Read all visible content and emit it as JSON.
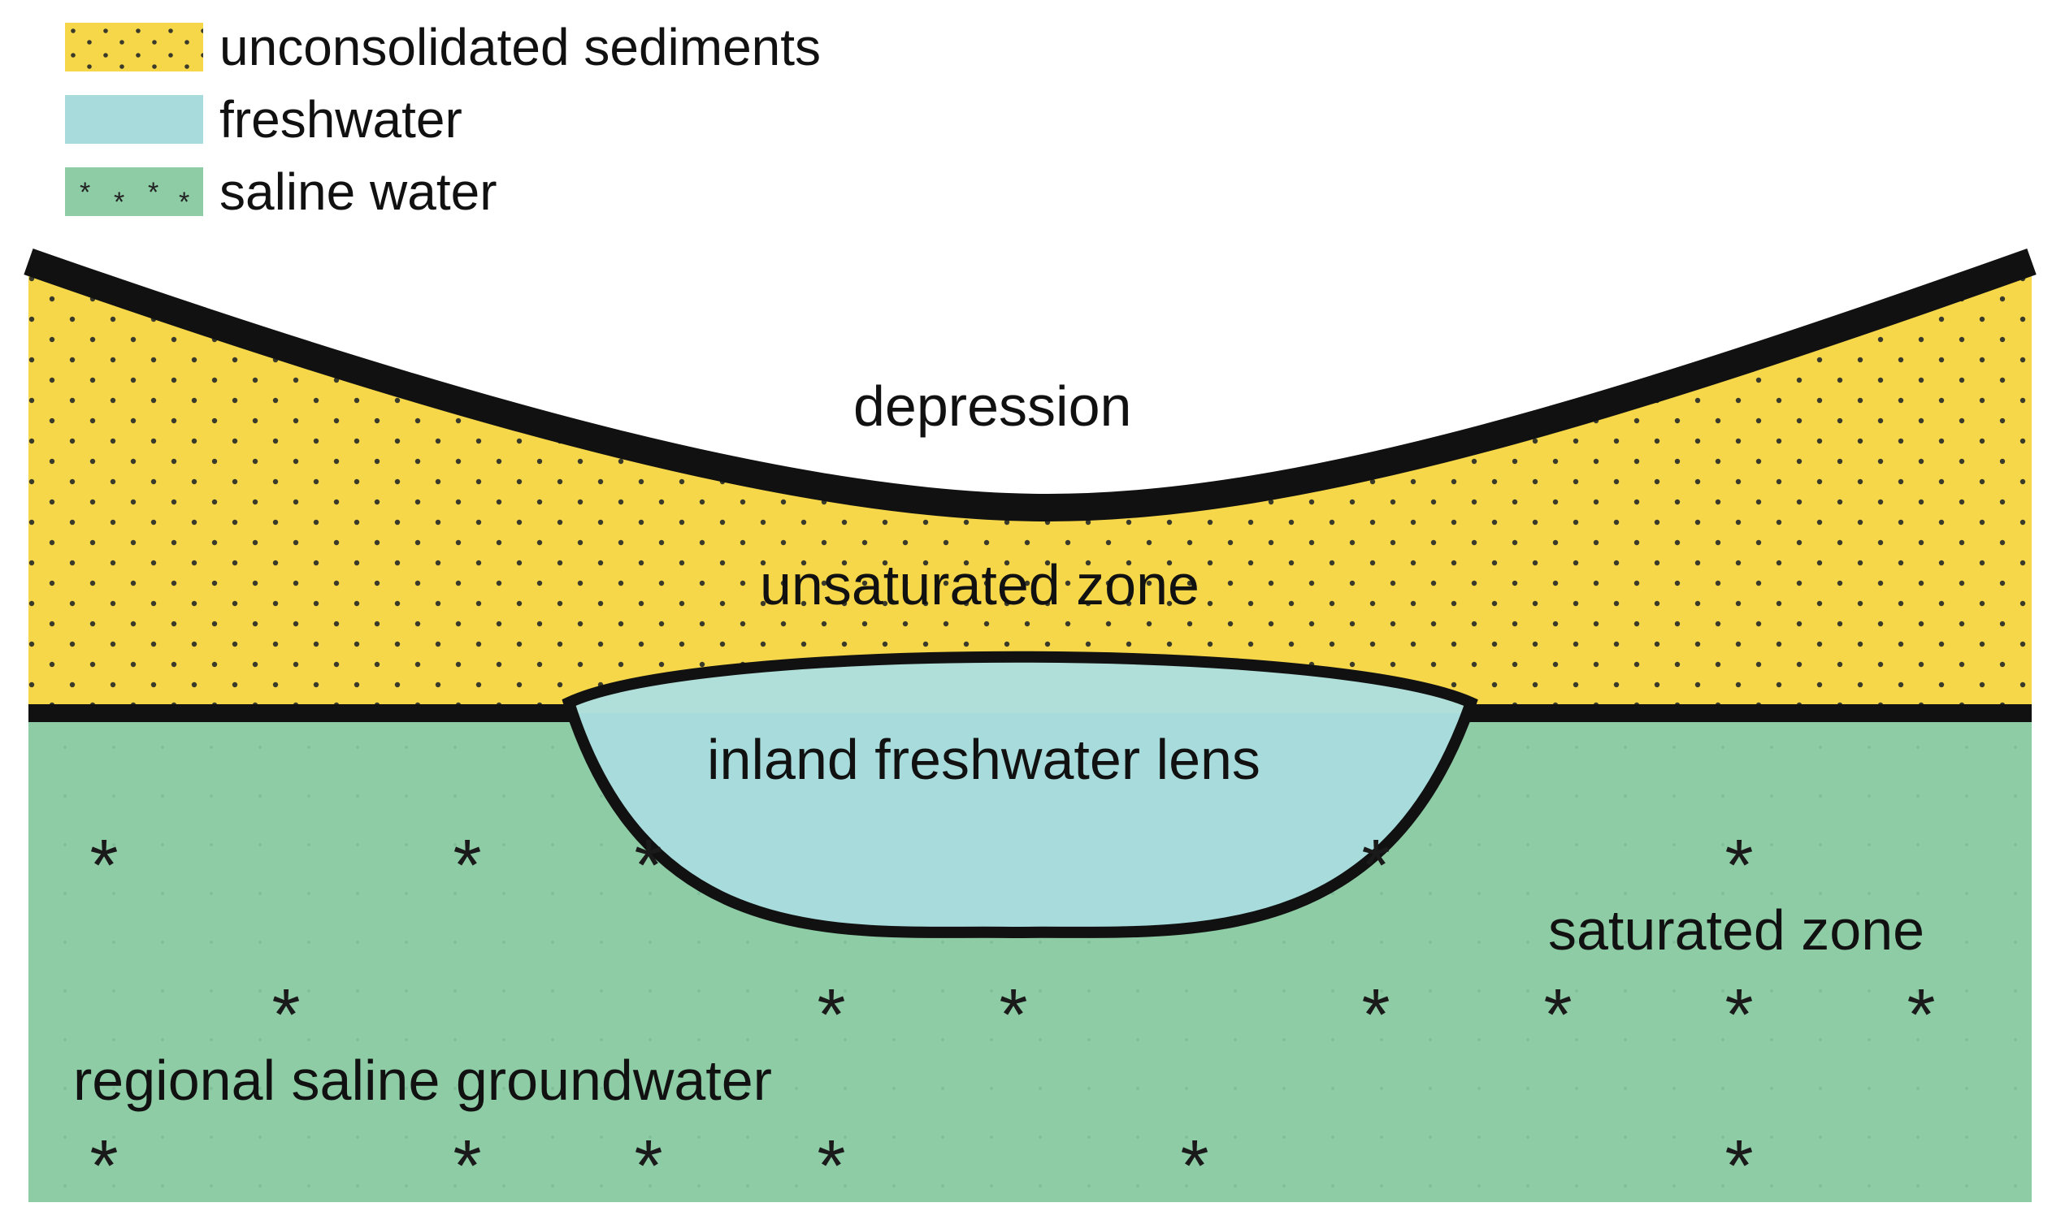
{
  "colors": {
    "sediment": "#F6D74A",
    "freshwater": "#A8DCDC",
    "saline": "#8ECCA6",
    "outline": "#111111",
    "dot": "#3a3a2a"
  },
  "legend": [
    {
      "label": "unconsolidated sediments",
      "pattern": "dots"
    },
    {
      "label": "freshwater",
      "pattern": "none"
    },
    {
      "label": "saline water",
      "pattern": "stars"
    }
  ],
  "labels": {
    "depression": "depression",
    "unsaturated_zone": "unsaturated zone",
    "freshwater_lens": "inland freshwater lens",
    "saturated_zone": "saturated zone",
    "regional_groundwater": "regional saline groundwater"
  },
  "star_glyph": "*"
}
